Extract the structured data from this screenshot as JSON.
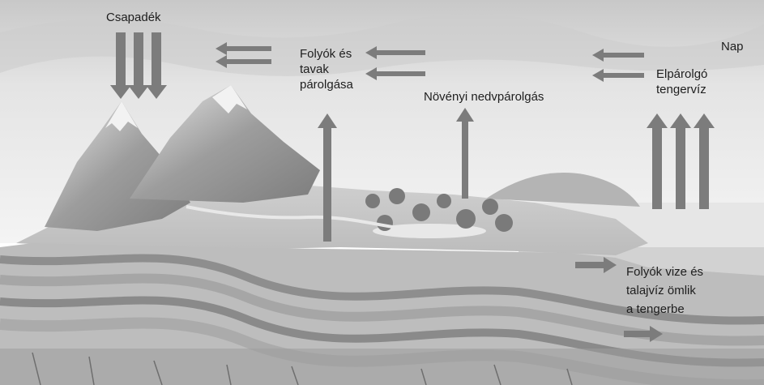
{
  "labels": {
    "precipitation": "Csapadék",
    "sun": "Nap",
    "river_evaporation": [
      "Folyók és",
      "tavak",
      "párolgása"
    ],
    "transpiration": "Növényi nedvpárolgás",
    "sea_evaporation": [
      "Elpárolgó",
      "tengervíz"
    ],
    "runoff": [
      "Folyók vize és",
      "talajvíz ömlik",
      "a tengerbe"
    ]
  },
  "colors": {
    "arrow": "#7c7c7c",
    "sky": "#dcdcdc",
    "land": "#c9c9c9",
    "water": "#d4d4d4",
    "rock_dark": "#9a9a9a",
    "rock_light": "#bdbdbd",
    "mountain": "#a8a8a8",
    "snow": "#f2f2f2",
    "tree": "#7a7a7a"
  }
}
